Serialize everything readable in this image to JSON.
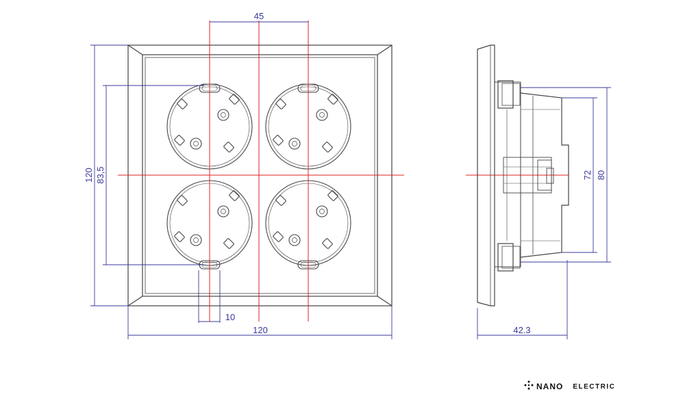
{
  "dimensions": {
    "top_spacing": "45",
    "height_total": "120",
    "height_inner": "83,5",
    "slot_width": "10",
    "width_total": "120",
    "depth": "42.3",
    "side_height_72": "72",
    "side_height_80": "80"
  },
  "brand": {
    "name": "NANO",
    "sub": "ELECTRIC",
    "logo_icon": "dotted-circle-logo-icon"
  },
  "colors": {
    "outline": "#444444",
    "dimension": "#3a3a9a",
    "centerline": "#e02020"
  }
}
